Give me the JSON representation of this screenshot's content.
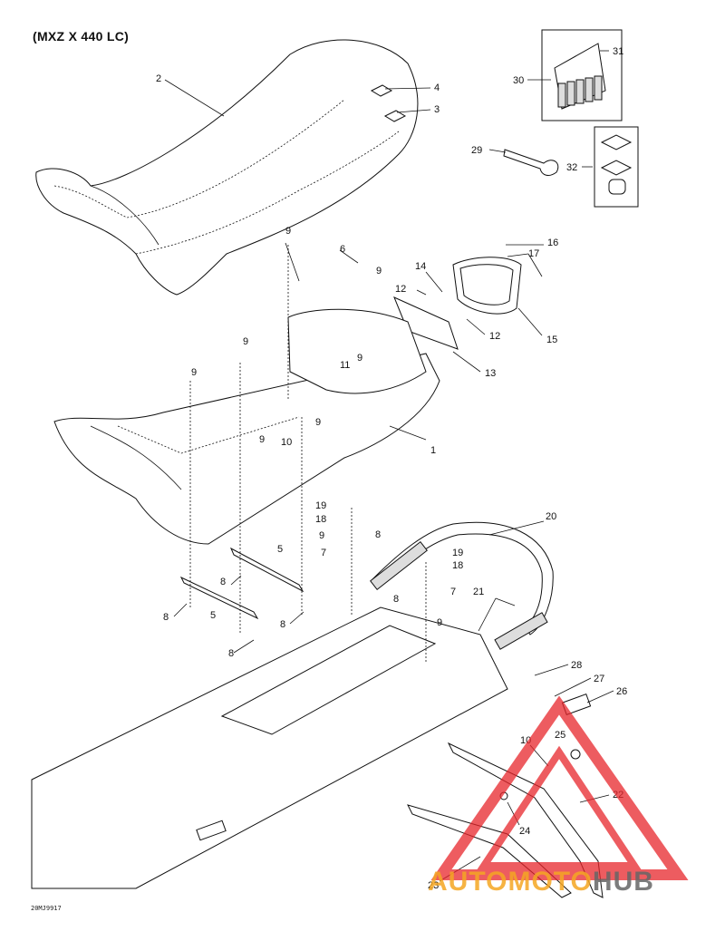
{
  "header": {
    "title": "(MXZ X 440 LC)"
  },
  "footer": {
    "code": "20MJ9917"
  },
  "watermark": {
    "part1": "AUTOMOTO",
    "part2": "HUB",
    "color_red": "#e8262b",
    "color_orange": "#f5a623",
    "color_gray": "#666666"
  },
  "callouts": [
    {
      "id": "c2",
      "text": "2"
    },
    {
      "id": "c4",
      "text": "4"
    },
    {
      "id": "c3",
      "text": "3"
    },
    {
      "id": "c31",
      "text": "31"
    },
    {
      "id": "c30",
      "text": "30"
    },
    {
      "id": "c29",
      "text": "29"
    },
    {
      "id": "c32",
      "text": "32"
    },
    {
      "id": "c16",
      "text": "16"
    },
    {
      "id": "c17",
      "text": "17"
    },
    {
      "id": "c9a",
      "text": "9"
    },
    {
      "id": "c6",
      "text": "6"
    },
    {
      "id": "c9b",
      "text": "9"
    },
    {
      "id": "c14",
      "text": "14"
    },
    {
      "id": "c12a",
      "text": "12"
    },
    {
      "id": "c12b",
      "text": "12"
    },
    {
      "id": "c15",
      "text": "15"
    },
    {
      "id": "c13",
      "text": "13"
    },
    {
      "id": "c11",
      "text": "11"
    },
    {
      "id": "c9c",
      "text": "9"
    },
    {
      "id": "c9d",
      "text": "9"
    },
    {
      "id": "c9e",
      "text": "9"
    },
    {
      "id": "c9f",
      "text": "9"
    },
    {
      "id": "c10a",
      "text": "10"
    },
    {
      "id": "c9g",
      "text": "9"
    },
    {
      "id": "c1",
      "text": "1"
    },
    {
      "id": "c19a",
      "text": "19"
    },
    {
      "id": "c18a",
      "text": "18"
    },
    {
      "id": "c9h",
      "text": "9"
    },
    {
      "id": "c8a",
      "text": "8"
    },
    {
      "id": "c7a",
      "text": "7"
    },
    {
      "id": "c20",
      "text": "20"
    },
    {
      "id": "c5a",
      "text": "5"
    },
    {
      "id": "c8b",
      "text": "8"
    },
    {
      "id": "c19b",
      "text": "19"
    },
    {
      "id": "c18b",
      "text": "18"
    },
    {
      "id": "c8c",
      "text": "8"
    },
    {
      "id": "c7b",
      "text": "7"
    },
    {
      "id": "c8d",
      "text": "8"
    },
    {
      "id": "c5b",
      "text": "5"
    },
    {
      "id": "c8e",
      "text": "8"
    },
    {
      "id": "c21",
      "text": "21"
    },
    {
      "id": "c9i",
      "text": "9"
    },
    {
      "id": "c8f",
      "text": "8"
    },
    {
      "id": "c28",
      "text": "28"
    },
    {
      "id": "c27",
      "text": "27"
    },
    {
      "id": "c26",
      "text": "26"
    },
    {
      "id": "c10b",
      "text": "10"
    },
    {
      "id": "c25",
      "text": "25"
    },
    {
      "id": "c22",
      "text": "22"
    },
    {
      "id": "c24",
      "text": "24"
    },
    {
      "id": "c23",
      "text": "23"
    }
  ]
}
